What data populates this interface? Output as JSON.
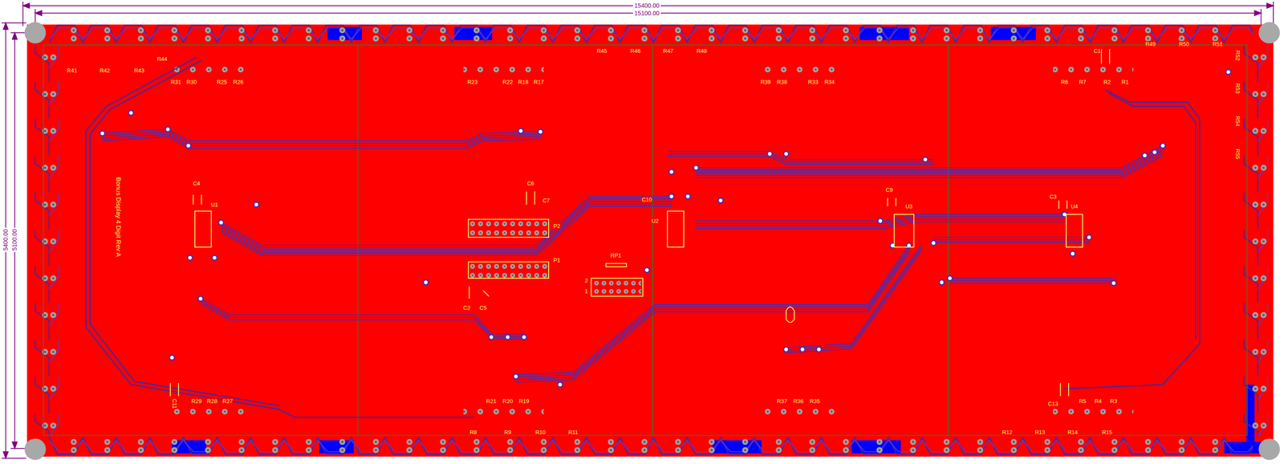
{
  "diagram": {
    "labels": [
      "15400.00",
      "15100.00",
      "5400.00",
      "5100.00",
      "R44",
      "R41",
      "R42",
      "R43",
      "R31",
      "R30",
      "R25",
      "R26",
      "R23",
      "R22",
      "R18",
      "R17",
      "R45",
      "R46",
      "R47",
      "R48",
      "R39",
      "R38",
      "R33",
      "R34",
      "C1",
      "R6",
      "R7",
      "R2",
      "R1",
      "R49",
      "R50",
      "R51",
      "R52",
      "R53",
      "R54",
      "R55",
      "Bonus Display 4 Digit Rev A",
      "C4",
      "U1",
      "C6",
      "C7",
      "P2",
      "P1",
      "RP1",
      "2",
      "1",
      "C2",
      "C5",
      "C10",
      "U2",
      "C9",
      "U3",
      "C3",
      "U4",
      "C11",
      "R29",
      "R28",
      "R27",
      "R21",
      "R20",
      "R19",
      "R37",
      "R36",
      "R35",
      "C13",
      "R5",
      "R4",
      "R3",
      "R8",
      "R9",
      "R10",
      "R11",
      "R12",
      "R13",
      "R14",
      "R15"
    ]
  }
}
